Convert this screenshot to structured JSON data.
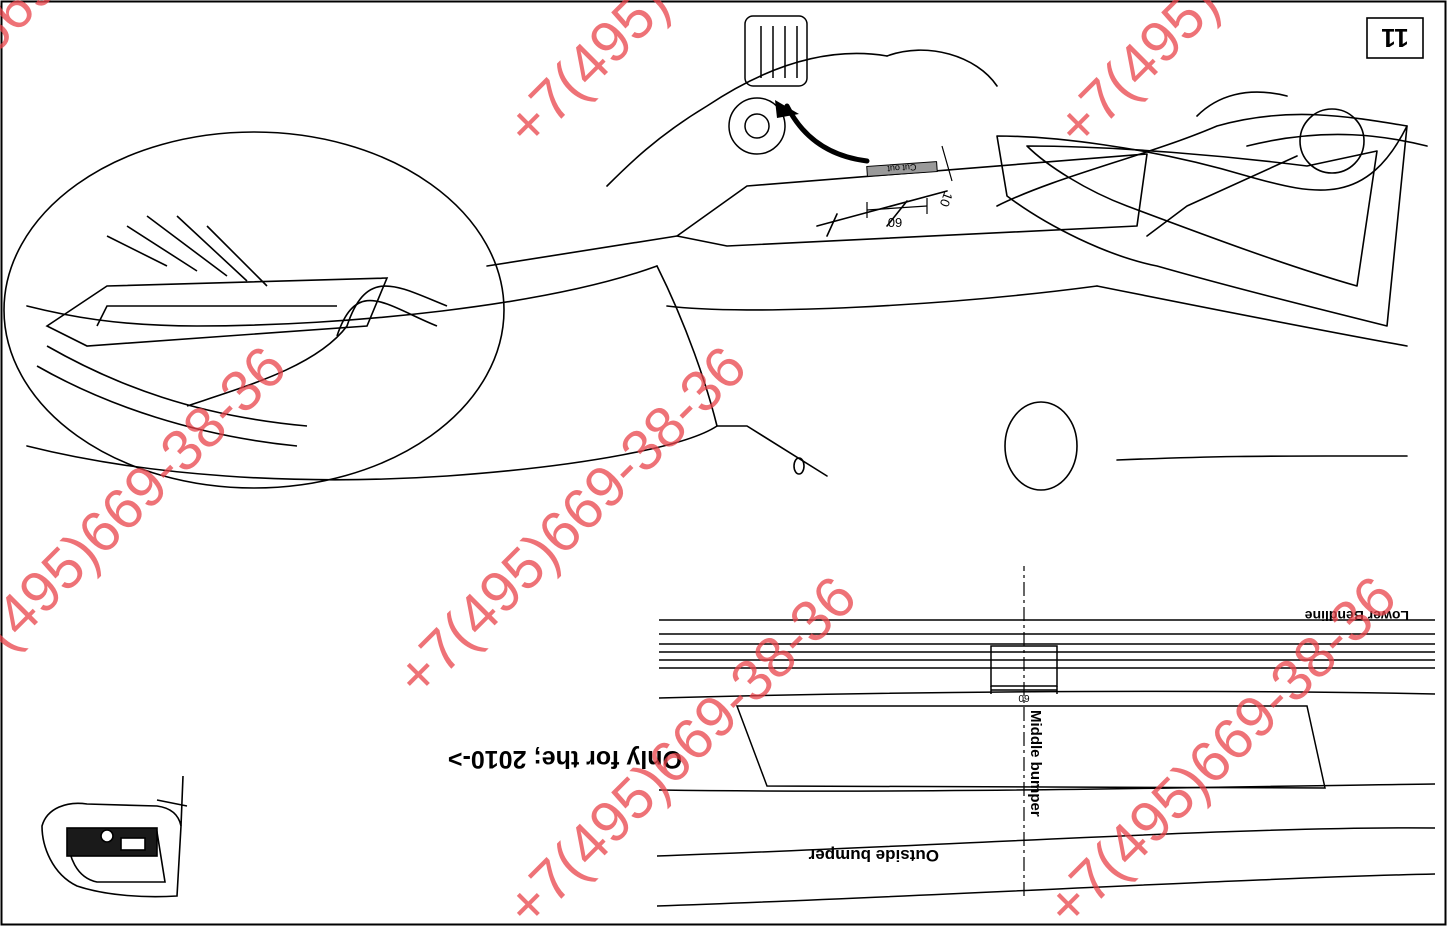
{
  "sheet": {
    "step_number": "11",
    "note": "Only for the; 2010->"
  },
  "callouts": {
    "cut_out": "Cut out",
    "dim_width": "60",
    "dim_depth": "10",
    "dim_width_bumper": "60"
  },
  "labels": {
    "lower_bendline": "Lower Bendline",
    "middle_bumper": "Middle bumper",
    "outside_bumper": "Outside bumper"
  },
  "watermark": {
    "text": "+7(495)669-38-36",
    "color": "#e8434a"
  },
  "colors": {
    "line": "#000000",
    "fill_gray": "#9a9a9a",
    "background": "#ffffff"
  }
}
